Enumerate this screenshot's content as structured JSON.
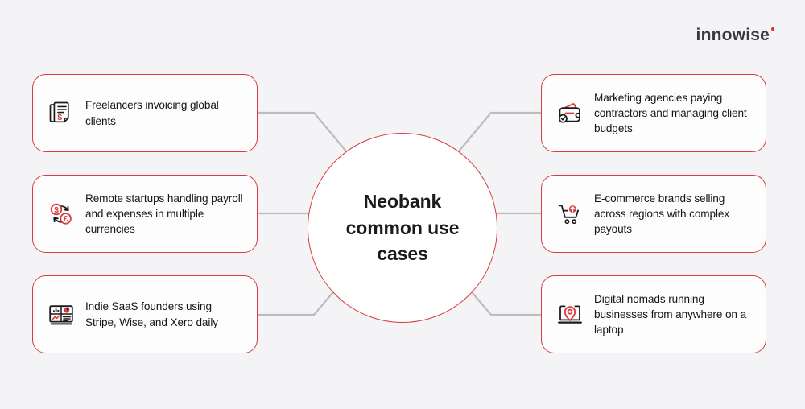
{
  "brand": {
    "name": "innowise",
    "dot_color": "#e02b2b"
  },
  "center": {
    "title": "Neobank common use cases",
    "border_color": "#d93c3c",
    "fill_color": "#ffffff"
  },
  "theme": {
    "background": "#f4f4f6",
    "accent": "#d93c3c",
    "text": "#16161a",
    "connector": "#bcbcbe"
  },
  "cards": {
    "left": [
      {
        "text": "Freelancers invoicing global clients",
        "icon": "invoice-documents-icon"
      },
      {
        "text": "Remote startups handling payroll and expenses in multiple currencies",
        "icon": "currency-exchange-icon"
      },
      {
        "text": "Indie SaaS founders using Stripe, Wise, and Xero daily",
        "icon": "analytics-dashboard-icon"
      }
    ],
    "right": [
      {
        "text": "Marketing agencies paying contractors and managing client budgets",
        "icon": "wallet-check-icon"
      },
      {
        "text": "E-commerce brands selling across regions with complex payouts",
        "icon": "shopping-cart-icon"
      },
      {
        "text": "Digital nomads running businesses from anywhere on a laptop",
        "icon": "laptop-location-pin-icon"
      }
    ]
  }
}
